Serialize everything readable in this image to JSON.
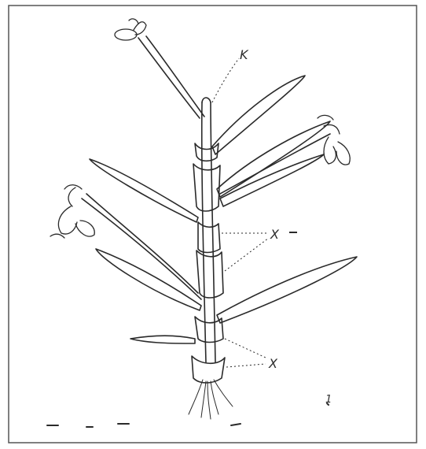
{
  "figure": {
    "labels": {
      "top": "K",
      "middle": "X",
      "bottom": "X",
      "scale_mark": "1"
    },
    "colors": {
      "ink": "#2a2a2a",
      "paper": "#ffffff",
      "border": "#555555"
    }
  }
}
